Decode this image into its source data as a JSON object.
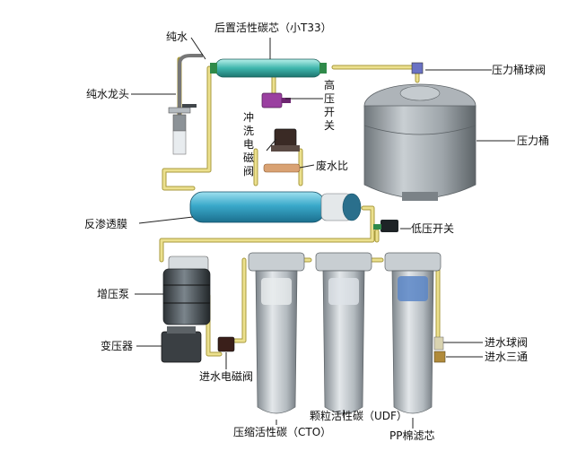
{
  "labels": {
    "post_carbon": "后置活性碳芯（小T33）",
    "pure_water": "纯水",
    "faucet": "纯水龙头",
    "tank_valve": "压力桶球阀",
    "high_switch": "高压开关",
    "flush_valve": "冲洗电磁阀",
    "waste_ratio": "废水比",
    "tank": "压力桶",
    "ro_membrane": "反渗透膜",
    "low_switch": "低压开关",
    "booster_pump": "增压泵",
    "transformer": "变压器",
    "inlet_valve": "进水电磁阀",
    "cto": "压缩活性碳（CTO）",
    "udf": "颗粒活性碳（UDF）",
    "pp": "PP棉滤芯",
    "inlet_ball_valve": "进水球阀",
    "inlet_tee": "进水三通"
  },
  "colors": {
    "tube": "#e7d77a",
    "tube_edge": "#a89a3c",
    "filter_blue": "#36a7c9",
    "tank_gray": "#9aa1a6",
    "housing": "#bcc3c8",
    "fitting_green": "#2f8a4a",
    "pointer": "#222222"
  },
  "icons": [
    "faucet-icon",
    "pressure-tank-icon",
    "ro-membrane-icon",
    "booster-pump-icon",
    "transformer-icon",
    "filter-housing-icon",
    "solenoid-valve-icon"
  ]
}
